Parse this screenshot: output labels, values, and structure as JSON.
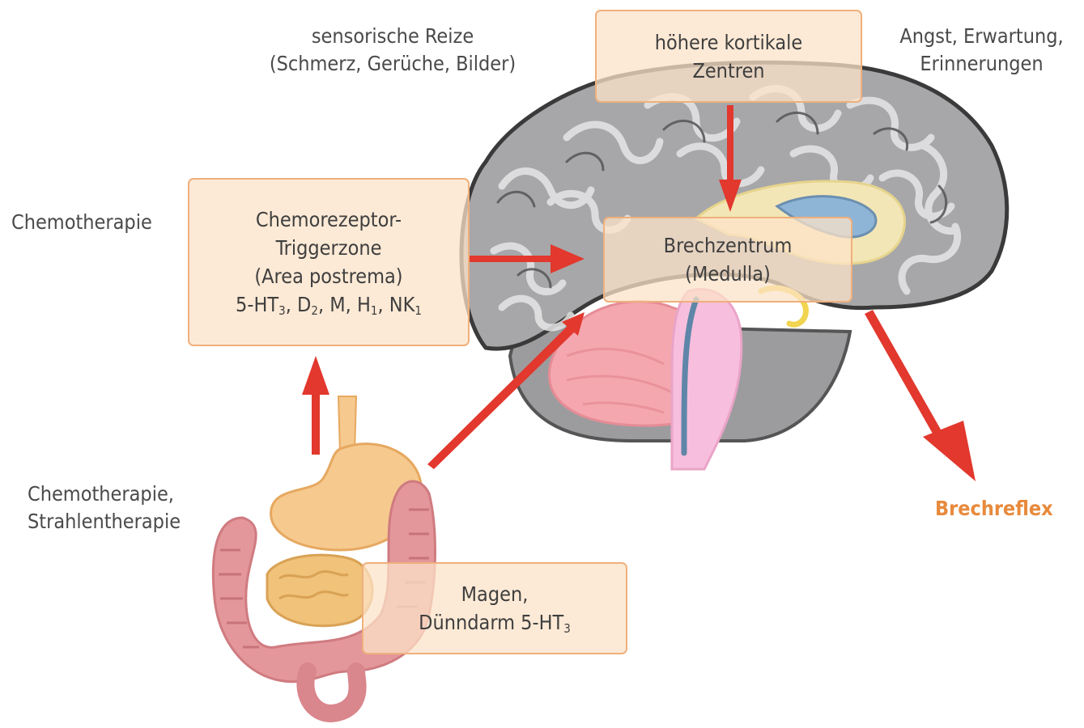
{
  "labels": {
    "sensory_line1": "sensorische Reize",
    "sensory_line2": "(Schmerz, Gerüche, Bilder)",
    "anxiety_line1": "Angst, Erwartung,",
    "anxiety_line2": "Erinnerungen",
    "chemo": "Chemotherapie",
    "chemo_radio_line1": "Chemotherapie,",
    "chemo_radio_line2": "Strahlentherapie",
    "vomiting_reflex": "Brechreflex"
  },
  "boxes": {
    "cortex_line1": "höhere kortikale",
    "cortex_line2": "Zentren",
    "ctz_line1": "Chemorezeptor-",
    "ctz_line2": "Triggerzone",
    "ctz_line3": "(Area postrema)",
    "ctz_receptors": {
      "r1": "5-HT",
      "r1_sub": "3",
      "r2": "D",
      "r2_sub": "2",
      "r3": "M",
      "r4": "H",
      "r4_sub": "1",
      "r5": "NK",
      "r5_sub": "1",
      "sep": ", "
    },
    "vomit_center_line1": "Brechzentrum",
    "vomit_center_line2": "(Medulla)",
    "gut_line1": "Magen,",
    "gut_line2_prefix": "Dünndarm 5-HT",
    "gut_line2_sub": "3"
  },
  "colors": {
    "arrow": "#e2382d",
    "box_fill": "#fce2c8",
    "box_border": "#efb07c",
    "brain_gray": "#a3a3a5",
    "cerebellum_pink": "#f4a7ae",
    "brainstem_pink": "#f7bfdd",
    "stomach": "#f6c98e",
    "intestine": "#e3979a",
    "label_orange": "#e88a3c"
  }
}
